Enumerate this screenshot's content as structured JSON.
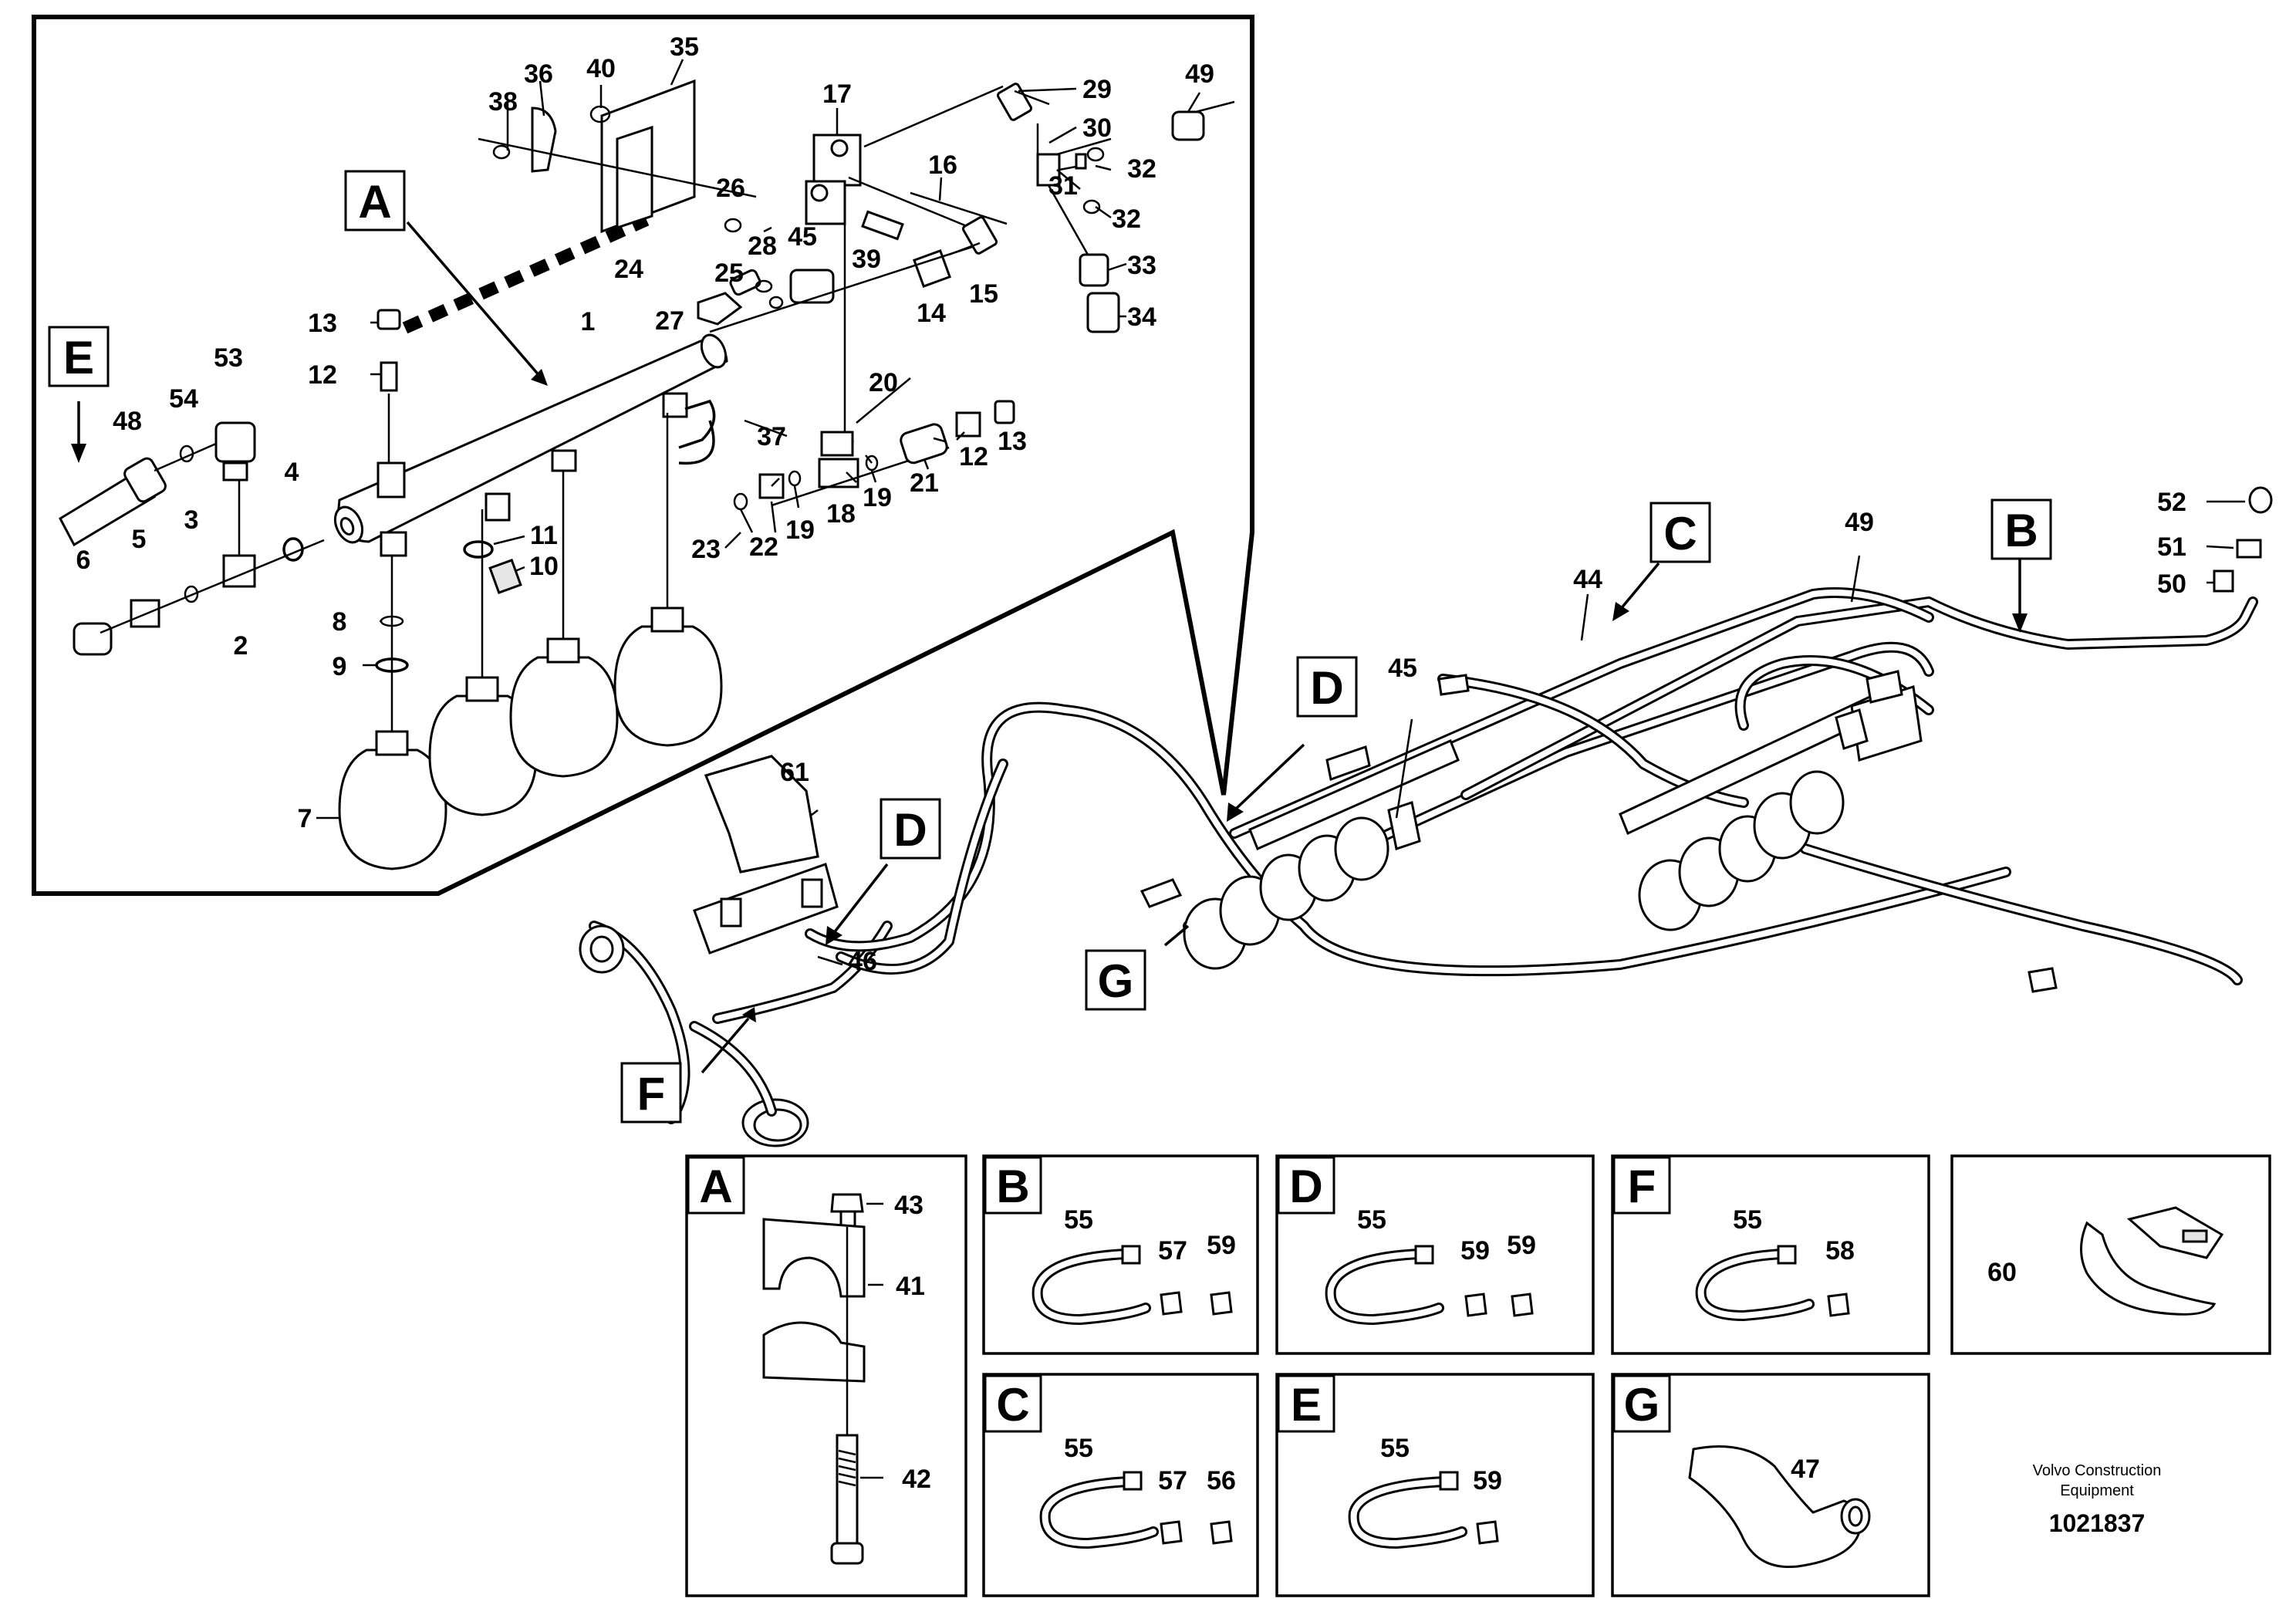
{
  "detail_letters": {
    "A": "A",
    "B": "B",
    "C": "C",
    "D": "D",
    "E": "E",
    "F": "F",
    "G": "G"
  },
  "callouts": {
    "n1": "1",
    "n2": "2",
    "n3": "3",
    "n4": "4",
    "n5": "5",
    "n6": "6",
    "n7": "7",
    "n8": "8",
    "n9": "9",
    "n10": "10",
    "n11": "11",
    "n12": "12",
    "n13": "13",
    "n14": "14",
    "n15": "15",
    "n16": "16",
    "n17": "17",
    "n18": "18",
    "n19": "19",
    "n20": "20",
    "n21": "21",
    "n22": "22",
    "n23": "23",
    "n24": "24",
    "n25": "25",
    "n26": "26",
    "n27": "27",
    "n28": "28",
    "n29": "29",
    "n30": "30",
    "n31": "31",
    "n32": "32",
    "n33": "33",
    "n34": "34",
    "n35": "35",
    "n36": "36",
    "n37": "37",
    "n38": "38",
    "n39": "39",
    "n40": "40",
    "n41": "41",
    "n42": "42",
    "n43": "43",
    "n44": "44",
    "n45": "45",
    "n46": "46",
    "n47": "47",
    "n48": "48",
    "n49": "49",
    "n50": "50",
    "n51": "51",
    "n52": "52",
    "n53": "53",
    "n54": "54",
    "n55": "55",
    "n56": "56",
    "n57": "57",
    "n58": "58",
    "n59": "59",
    "n60": "60",
    "n61": "61"
  },
  "footer": {
    "credit_line1": "Volvo Construction",
    "credit_line2": "Equipment",
    "document_number": "1021837"
  }
}
